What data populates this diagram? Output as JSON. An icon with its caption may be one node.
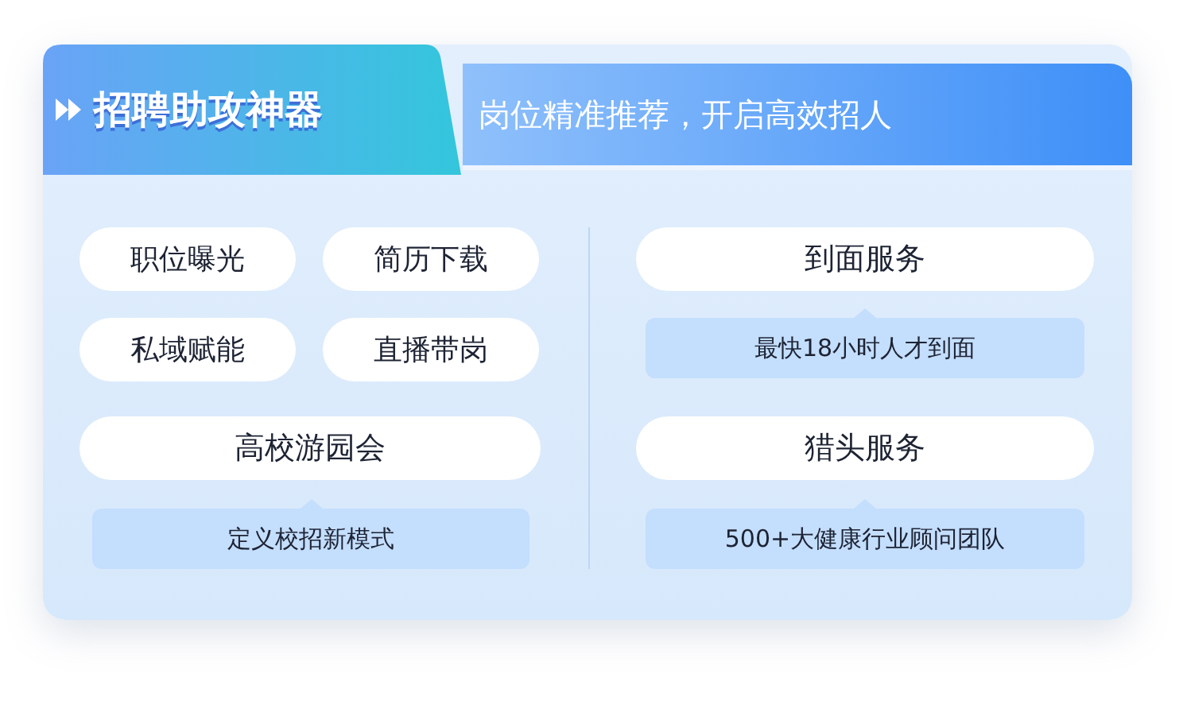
{
  "diagram": {
    "nodes": [
      {
        "text": [
          "招聘助攻神器"
        ]
      },
      {
        "text": [
          "岗位精准推荐，开启高效招人"
        ]
      },
      {
        "text": [
          "职位曝光"
        ]
      },
      {
        "text": [
          "简历下载"
        ]
      },
      {
        "text": [
          "私域赋能"
        ]
      },
      {
        "text": [
          "直播带岗"
        ]
      },
      {
        "text": [
          "高校游园会"
        ]
      },
      {
        "text": [
          "定义校招新模式"
        ]
      },
      {
        "text": [
          "到面服务"
        ]
      },
      {
        "text": [
          "最快18小时人才到面"
        ]
      },
      {
        "text": [
          "猎头服务"
        ]
      },
      {
        "text": [
          "500+大健康行业顾问团队"
        ]
      }
    ]
  }
}
